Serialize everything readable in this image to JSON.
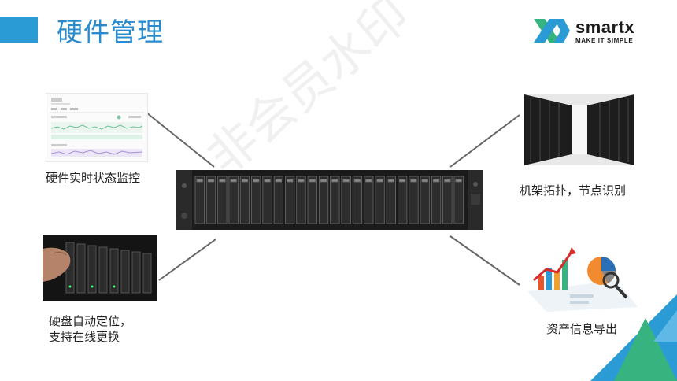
{
  "header": {
    "title": "硬件管理"
  },
  "logo": {
    "wordmark": "smartx",
    "tagline": "MAKE IT SIMPLE",
    "colors": [
      "#36b37e",
      "#2b9bd6"
    ]
  },
  "features": [
    {
      "label": "硬件实时状态监控"
    },
    {
      "label_line1": "硬盘自动定位，",
      "label_line2": "支持在线更换"
    },
    {
      "label": "机架拓扑，节点识别"
    },
    {
      "label": "资产信息导出"
    }
  ],
  "watermark": "非会员水印",
  "colors": {
    "title": "#2a8ccf",
    "accent": "#2b9bd6",
    "green": "#36b37e"
  }
}
